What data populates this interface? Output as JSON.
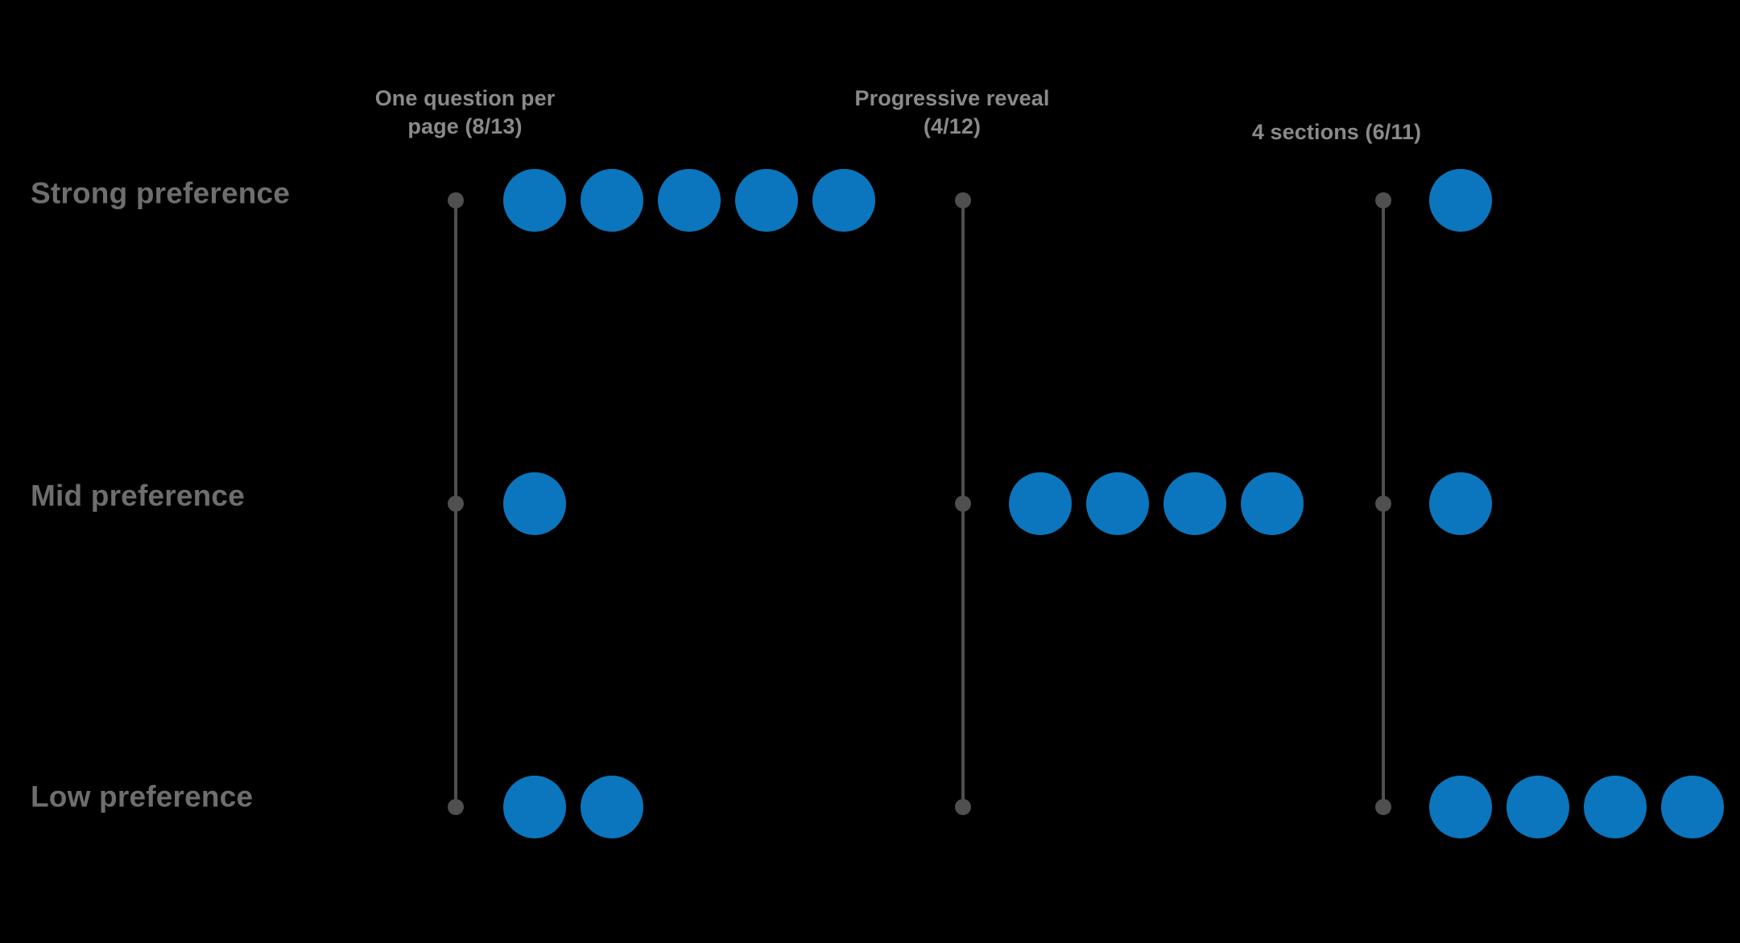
{
  "chart_data": {
    "type": "scatter",
    "title": "",
    "subtitle": "",
    "xlabel": "",
    "ylabel": "",
    "grid": false,
    "legend": null,
    "notation": "Each blue dot represents one participant vote; gray vertical rule with tick dots marks each option's category axis.",
    "categories": [
      "Strong preference",
      "Mid preference",
      "Low preference"
    ],
    "series": [
      {
        "name": "One question per page (8/13)",
        "label_lines": [
          "One question per",
          "page (8/13)"
        ],
        "score": 8,
        "total": 13,
        "values": [
          5,
          1,
          2
        ]
      },
      {
        "name": "Progressive reveal (4/12)",
        "label_lines": [
          "Progressive reveal",
          "(4/12)"
        ],
        "score": 4,
        "total": 12,
        "values": [
          0,
          4,
          0
        ]
      },
      {
        "name": "4 sections (6/11)",
        "label_lines": [
          "4 sections (6/11)"
        ],
        "score": 6,
        "total": 11,
        "values": [
          1,
          1,
          4
        ]
      }
    ],
    "colors": {
      "background": "#000000",
      "dot": "#0B76BD",
      "axis": "#4f4f4f",
      "header_text": "#8a8a8a",
      "row_label_text": "#6e6e6e"
    }
  },
  "rows": [
    {
      "label": "Strong preference"
    },
    {
      "label": "Mid preference"
    },
    {
      "label": "Low preference"
    }
  ],
  "columns": [
    {
      "header": "One question per\npage (8/13)"
    },
    {
      "header": "Progressive reveal\n(4/12)"
    },
    {
      "header": "4 sections (6/11)"
    }
  ]
}
